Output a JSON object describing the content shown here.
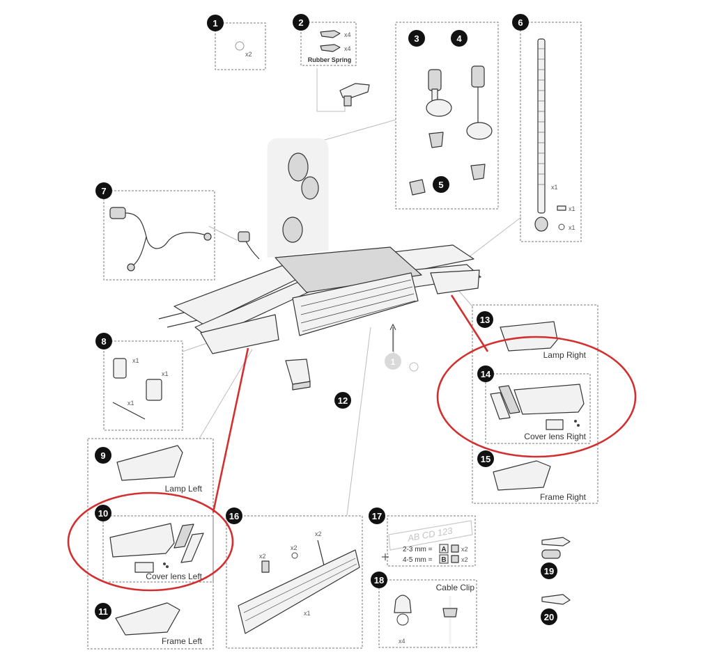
{
  "callouts": [
    {
      "n": "1",
      "label": "",
      "qty": [
        "x2"
      ]
    },
    {
      "n": "2",
      "label": "Rubber Spring",
      "qty": [
        "x4",
        "x4"
      ]
    },
    {
      "n": "3",
      "label": "",
      "qty": []
    },
    {
      "n": "4",
      "label": "",
      "qty": []
    },
    {
      "n": "5",
      "label": "",
      "qty": []
    },
    {
      "n": "6",
      "label": "",
      "qty": [
        "x1",
        "x1",
        "x1"
      ]
    },
    {
      "n": "7",
      "label": "",
      "qty": []
    },
    {
      "n": "8",
      "label": "",
      "qty": [
        "x1",
        "x1",
        "x1"
      ]
    },
    {
      "n": "9",
      "label": "Lamp Left",
      "qty": []
    },
    {
      "n": "10",
      "label": "Cover lens Left",
      "qty": []
    },
    {
      "n": "11",
      "label": "Frame Left",
      "qty": []
    },
    {
      "n": "12",
      "label": "",
      "qty": []
    },
    {
      "n": "13",
      "label": "Lamp Right",
      "qty": []
    },
    {
      "n": "14",
      "label": "Cover lens Right",
      "qty": []
    },
    {
      "n": "15",
      "label": "Frame Right",
      "qty": []
    },
    {
      "n": "16",
      "label": "",
      "qty": [
        "x2",
        "x2",
        "x2",
        "x1"
      ]
    },
    {
      "n": "17",
      "label": "",
      "qty": [
        "x2",
        "x2"
      ]
    },
    {
      "n": "18",
      "label": "Cable Clip",
      "qty": [
        "x4"
      ]
    },
    {
      "n": "19",
      "label": "",
      "qty": []
    },
    {
      "n": "20",
      "label": "",
      "qty": []
    }
  ],
  "ghost_callout": "1",
  "plate": {
    "text": "AB CD 123",
    "rows": [
      {
        "range": "2-3 mm =",
        "code": "A",
        "qty": "x2"
      },
      {
        "range": "4-5 mm =",
        "code": "B",
        "qty": "x2"
      }
    ]
  },
  "highlight_color": "#d32f2f"
}
